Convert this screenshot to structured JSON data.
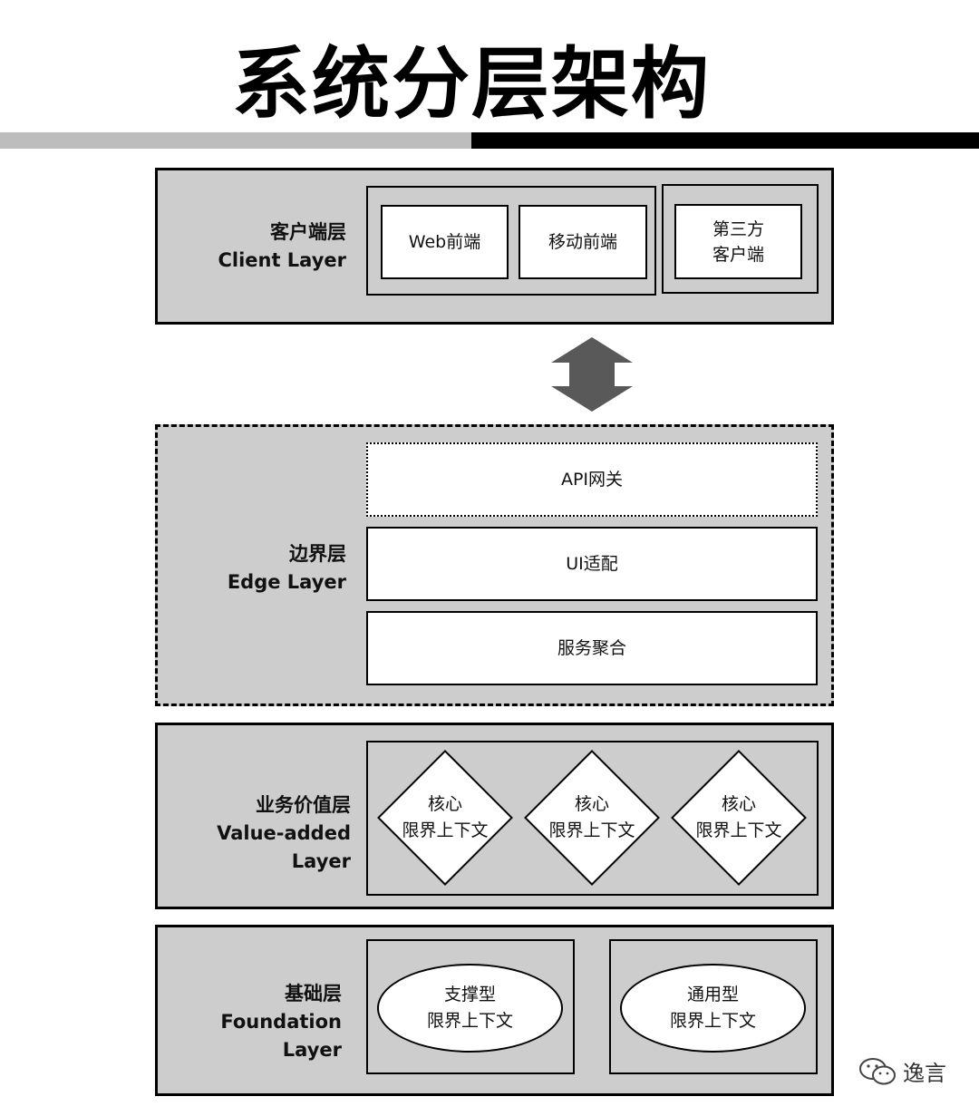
{
  "title": "系统分层架构",
  "colors": {
    "layer_fill": "#cdcdcd",
    "box_fill": "#ffffff",
    "stroke": "#000000",
    "arrow": "#595959",
    "bar_left": "#bdbdbd",
    "bar_right": "#000000"
  },
  "client_layer": {
    "label_cn": "客户端层",
    "label_en": "Client Layer",
    "boxes": [
      "Web前端",
      "移动前端"
    ],
    "third_party": [
      "第三方",
      "客户端"
    ]
  },
  "edge_layer": {
    "label_cn": "边界层",
    "label_en": "Edge Layer",
    "boxes": [
      "API网关",
      "UI适配",
      "服务聚合"
    ]
  },
  "value_layer": {
    "label_cn": "业务价值层",
    "label_en": "Value-added Layer",
    "diamonds": [
      {
        "line1": "核心",
        "line2": "限界上下文"
      },
      {
        "line1": "核心",
        "line2": "限界上下文"
      },
      {
        "line1": "核心",
        "line2": "限界上下文"
      }
    ]
  },
  "foundation_layer": {
    "label_cn": "基础层",
    "label_en": "Foundation Layer",
    "ellipses": [
      {
        "line1": "支撑型",
        "line2": "限界上下文"
      },
      {
        "line1": "通用型",
        "line2": "限界上下文"
      }
    ]
  },
  "watermark": {
    "text": "逸言",
    "icon": "wechat-icon"
  }
}
